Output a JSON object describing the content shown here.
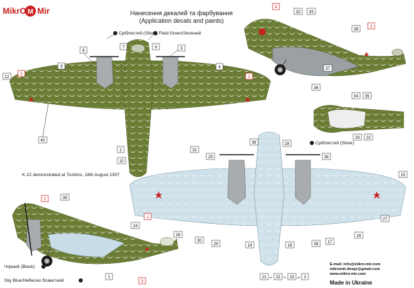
{
  "brand": {
    "left": "MikrO",
    "right": "Mir",
    "mark": "M"
  },
  "title": {
    "line1": "Нанесення декалей та фарбування",
    "line2": "(Application decals and paints)"
  },
  "paints": {
    "silver": "Сріблястий (Silver)",
    "field_green": "Field Green/Зелений",
    "silver_bottom": "Сріблястий (Silver)",
    "black": "Чорний (Black)",
    "sky_blue": "Sky Blue/Небесно блакитний"
  },
  "caption": "K-12 demonstrated at Tushino, 18th August 1937",
  "contact": {
    "line1": "E-mail: info@mikro-mir.com",
    "line2": "mikromir.dnepr@gmail.com",
    "line3": "www.mikro-mir.com"
  },
  "made": "Made in Ukraine",
  "formula": {
    "a": "21",
    "b": "22",
    "c": "23",
    "d": "3",
    "plus": "+",
    "eq": "="
  },
  "callouts": {
    "c8": "8",
    "c7": "7",
    "c6": "6",
    "c5": "5",
    "c9": "9",
    "c4a": "4",
    "c12": "12",
    "c2a": "2",
    "c2b": "2",
    "c40": "40",
    "c2c": "2",
    "c10": "10",
    "c31": "31",
    "c4b": "4",
    "c32": "32",
    "c33a": "33",
    "c38a": "38",
    "c3a": "3",
    "c37": "37",
    "c36a": "36",
    "c34": "34",
    "c35": "35",
    "c33b": "33",
    "c32b": "32",
    "c36b": "36",
    "c28": "28",
    "c29": "29",
    "c36c": "36",
    "c15": "15",
    "c1a": "1",
    "c24": "24",
    "c26": "26",
    "c30": "30",
    "c20": "20",
    "c19": "19",
    "c18": "18",
    "c39": "39",
    "c17": "17",
    "c16": "16",
    "c27": "27",
    "c2d": "2",
    "c38b": "38",
    "c1b": "1",
    "c3b": "3"
  },
  "colors": {
    "green": "#6b7d35",
    "green_dark": "#4f5e24",
    "scallop": "#e9ecdf",
    "sky": "#c9dde8",
    "sky_dark": "#9fbccc",
    "silver": "#a9acae",
    "red": "#c8201e",
    "black": "#1c1c1c"
  }
}
